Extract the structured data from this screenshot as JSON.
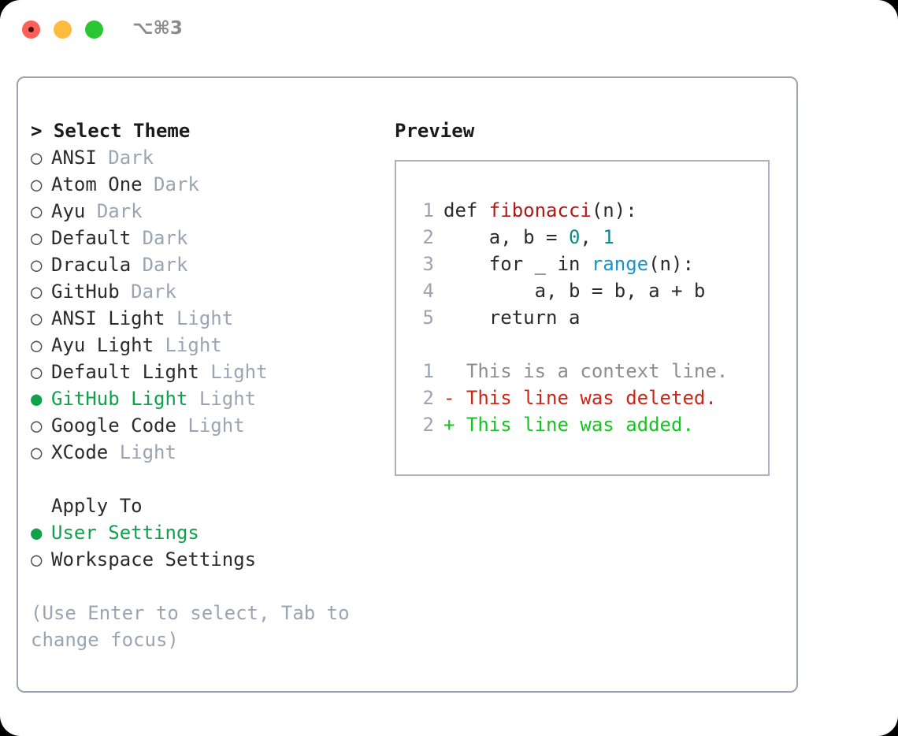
{
  "titlebar": {
    "shortcut": "⌥⌘3",
    "lights": [
      {
        "name": "close",
        "color": "#fc6058"
      },
      {
        "name": "minimize",
        "color": "#fdbc40"
      },
      {
        "name": "maximize",
        "color": "#2ac632"
      }
    ]
  },
  "theme_list": {
    "heading": "> Select Theme",
    "items": [
      {
        "bullet": "○",
        "label": "ANSI",
        "kind": "Dark",
        "selected": false
      },
      {
        "bullet": "○",
        "label": "Atom One",
        "kind": "Dark",
        "selected": false
      },
      {
        "bullet": "○",
        "label": "Ayu",
        "kind": "Dark",
        "selected": false
      },
      {
        "bullet": "○",
        "label": "Default",
        "kind": "Dark",
        "selected": false
      },
      {
        "bullet": "○",
        "label": "Dracula",
        "kind": "Dark",
        "selected": false
      },
      {
        "bullet": "○",
        "label": "GitHub",
        "kind": "Dark",
        "selected": false
      },
      {
        "bullet": "○",
        "label": "ANSI Light",
        "kind": "Light",
        "selected": false
      },
      {
        "bullet": "○",
        "label": "Ayu Light",
        "kind": "Light",
        "selected": false
      },
      {
        "bullet": "○",
        "label": "Default Light",
        "kind": "Light",
        "selected": false
      },
      {
        "bullet": "●",
        "label": "GitHub Light",
        "kind": "Light",
        "selected": true
      },
      {
        "bullet": "○",
        "label": "Google Code",
        "kind": "Light",
        "selected": false
      },
      {
        "bullet": "○",
        "label": "XCode",
        "kind": "Light",
        "selected": false
      }
    ]
  },
  "apply_to": {
    "heading": "Apply To",
    "items": [
      {
        "bullet": "●",
        "label": "User Settings",
        "selected": true
      },
      {
        "bullet": "○",
        "label": "Workspace Settings",
        "selected": false
      }
    ]
  },
  "hint": "(Use Enter to select, Tab to change focus)",
  "preview": {
    "title": "Preview",
    "code_lines": [
      {
        "number": "1",
        "tokens": [
          {
            "text": "def ",
            "type": "plain"
          },
          {
            "text": "fibonacci",
            "type": "fn"
          },
          {
            "text": "(n):",
            "type": "plain"
          }
        ]
      },
      {
        "number": "2",
        "tokens": [
          {
            "text": "    a, b = ",
            "type": "plain"
          },
          {
            "text": "0",
            "type": "num"
          },
          {
            "text": ", ",
            "type": "plain"
          },
          {
            "text": "1",
            "type": "num"
          }
        ]
      },
      {
        "number": "3",
        "tokens": [
          {
            "text": "    for _ in ",
            "type": "plain"
          },
          {
            "text": "range",
            "type": "call"
          },
          {
            "text": "(n):",
            "type": "plain"
          }
        ]
      },
      {
        "number": "4",
        "tokens": [
          {
            "text": "        a, b = b, a + b",
            "type": "plain"
          }
        ]
      },
      {
        "number": "5",
        "tokens": [
          {
            "text": "    return a",
            "type": "plain"
          }
        ]
      }
    ],
    "diff_lines": [
      {
        "number": "1",
        "marker": " ",
        "text": "This is a context line.",
        "type": "context"
      },
      {
        "number": "2",
        "marker": "-",
        "text": "This line was deleted.",
        "type": "deleted"
      },
      {
        "number": "2",
        "marker": "+",
        "text": "This line was added.",
        "type": "added"
      }
    ]
  },
  "colors": {
    "selected_green": "#0ea34b",
    "diff_added_green": "#16c421",
    "diff_deleted_red": "#cc2618",
    "diff_context_gray": "#8e8e8e",
    "syntax_function": "#b01818",
    "syntax_number": "#0e8c8c",
    "syntax_call": "#1a93c9",
    "muted": "#9aa4b2",
    "border": "#9aa4b2"
  }
}
